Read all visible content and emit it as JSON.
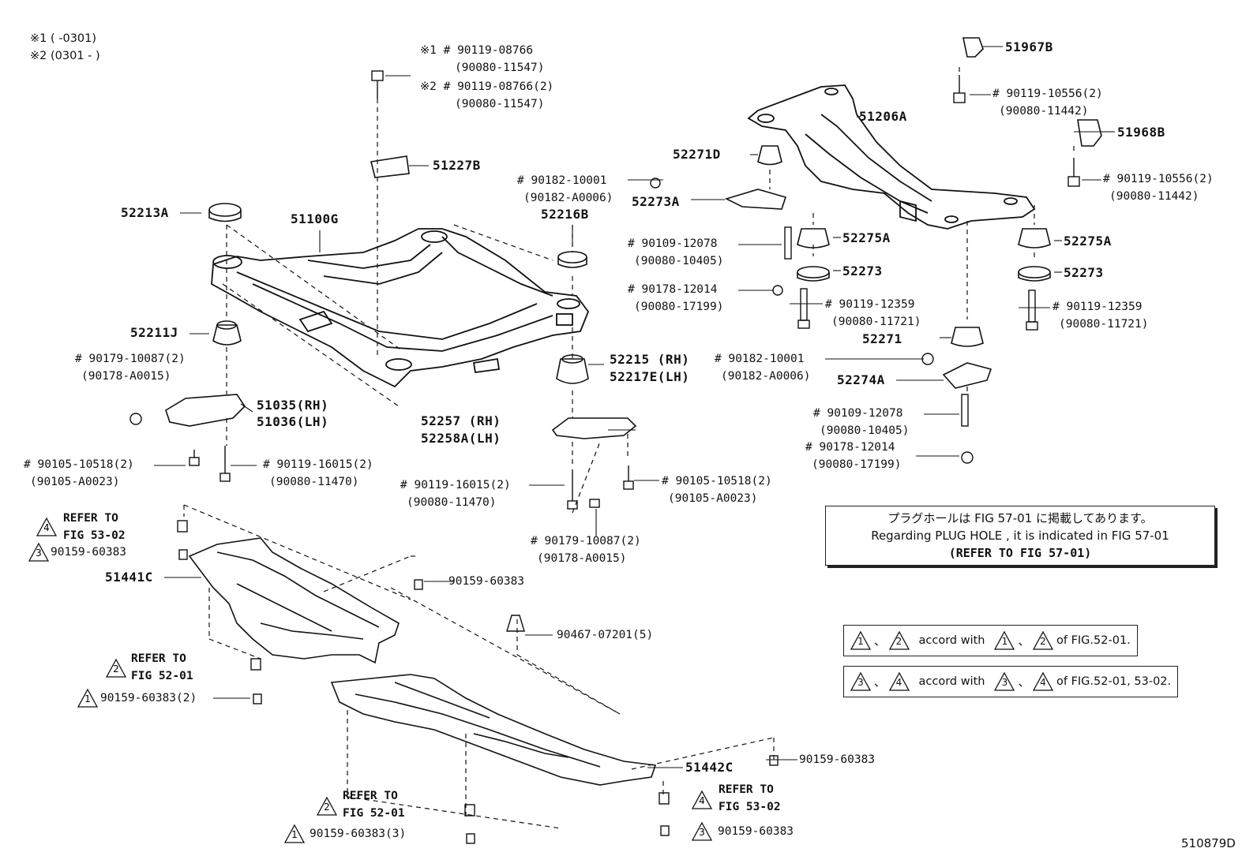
{
  "legend": {
    "line1": "※1 (      -0301)",
    "line2": "※2 (0301 -      )"
  },
  "figure_id": "510879D",
  "parts": {
    "p51967B": "51967B",
    "p51206A": "51206A",
    "p51968B": "51968B",
    "p51227B": "51227B",
    "p52271D": "52271D",
    "p52273A": "52273A",
    "p52213A": "52213A",
    "p51100G": "51100G",
    "p52216B": "52216B",
    "p52275A_1": "52275A",
    "p52275A_2": "52275A",
    "p52273_1": "52273",
    "p52273_2": "52273",
    "p52211J": "52211J",
    "p52271": "52271",
    "p52215": "52215  (RH)",
    "p52217E": "52217E(LH)",
    "p52274A": "52274A",
    "p51035": "51035(RH)",
    "p51036": "51036(LH)",
    "p52257": "52257  (RH)",
    "p52258A": "52258A(LH)",
    "p51441C": "51441C",
    "p51442C": "51442C"
  },
  "bolts": {
    "b_top1a": "※1 # 90119-08766",
    "b_top1b": "(90080-11547)",
    "b_top2a": "※2 # 90119-08766(2)",
    "b_top2b": "(90080-11547)",
    "b_51967_a": "# 90119-10556(2)",
    "b_51967_b": "(90080-11442)",
    "b_51968_a": "# 90119-10556(2)",
    "b_51968_b": "(90080-11442)",
    "b_nut1_a": "# 90182-10001",
    "b_nut1_b": "(90182-A0006)",
    "b_stud1_a": "# 90109-12078",
    "b_stud1_b": "(90080-10405)",
    "b_cap1_a": "# 90178-12014",
    "b_cap1_b": "(90080-17199)",
    "b_bolt12359a_a": "# 90119-12359",
    "b_bolt12359a_b": "(90080-11721)",
    "b_bolt12359b_a": "# 90119-12359",
    "b_bolt12359b_b": "(90080-11721)",
    "b_nut10087_a": "# 90179-10087(2)",
    "b_nut10087_b": "(90178-A0015)",
    "b_nut2_a": "# 90182-10001",
    "b_nut2_b": "(90182-A0006)",
    "b_stud2_a": "# 90109-12078",
    "b_stud2_b": "(90080-10405)",
    "b_cap2_a": "# 90178-12014",
    "b_cap2_b": "(90080-17199)",
    "b_10518L_a": "# 90105-10518(2)",
    "b_10518L_b": "(90105-A0023)",
    "b_16015L_a": "# 90119-16015(2)",
    "b_16015L_b": "(90080-11470)",
    "b_16015R_a": "# 90119-16015(2)",
    "b_16015R_b": "(90080-11470)",
    "b_10518R_a": "# 90105-10518(2)",
    "b_10518R_b": "(90105-A0023)",
    "b_10087R_a": "# 90179-10087(2)",
    "b_10087R_b": "(90178-A0015)"
  },
  "clips": {
    "refer_5302_a": "REFER TO",
    "refer_5302_b": "FIG 53-02",
    "c_60383_a": "90159-60383",
    "c_60383_b": "90159-60383",
    "c_07201": "90467-07201(5)",
    "refer_5201_a": "REFER TO",
    "refer_5201_b": "FIG 52-01",
    "c_60383_2": "90159-60383(2)",
    "c_60383_c": "90159-60383",
    "refer_5201c_a": "REFER TO",
    "refer_5201c_b": "FIG 52-01",
    "refer_5302b_a": "REFER TO",
    "refer_5302b_b": "FIG 53-02",
    "c_60383_3": "90159-60383(3)",
    "c_60383_d": "90159-60383"
  },
  "triangles": {
    "t1": "1",
    "t2": "2",
    "t3": "3",
    "t4": "4"
  },
  "note": {
    "jp": "プラグホールは FIG 57-01 に掲載してあります。",
    "en": "Regarding  PLUG  HOLE , it is indicated in FIG  57-01",
    "ref": "(REFER TO FIG 57-01)"
  },
  "accord1": {
    "sep": "、",
    "text": "accord with",
    "tail": "of FIG.52-01."
  },
  "accord2": {
    "sep": "、",
    "text": "accord with",
    "tail": "of FIG.52-01, 53-02."
  }
}
